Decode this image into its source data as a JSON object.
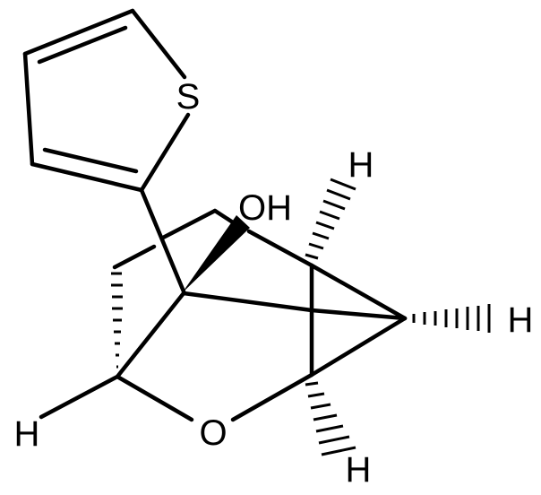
{
  "diagram": {
    "type": "chemical-structure",
    "atom_labels": {
      "sulfur": "S",
      "hydroxyl": "OH",
      "ring_oxygen": "O",
      "h_top_right": "H",
      "h_right": "H",
      "h_bottom_right": "H",
      "h_left": "H"
    },
    "colors": {
      "ink": "#000000",
      "background": "#ffffff"
    }
  }
}
